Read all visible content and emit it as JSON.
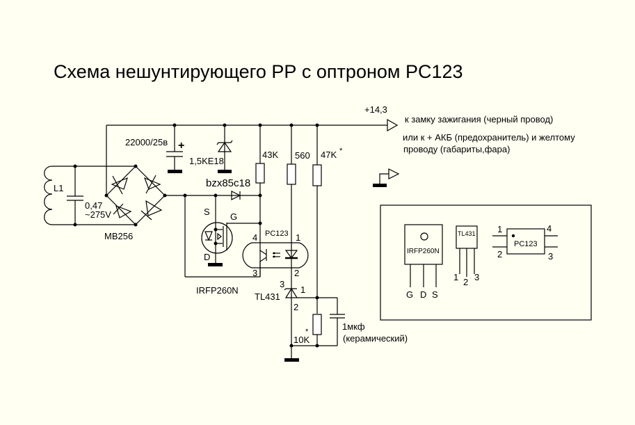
{
  "title": "Схема нешунтирующего РР с оптроном PC123",
  "supply": {
    "voltage_label": "+14,3",
    "note_line1": "к замку  зажигания  (черный провод)",
    "note_line2": "или к + АКБ (предохранитель) и желтому",
    "note_line3": "проводу (габариты,фара)"
  },
  "components": {
    "inductor": "L1",
    "cap_input_value": "0,47",
    "cap_input_voltage": "~275V",
    "bridge": "MB256",
    "cap_main": "22000/25в",
    "cap_main_polarity": "+",
    "tvs": "1,5KE18",
    "zener": "bzx85c18",
    "r1": "43K",
    "r2": "560",
    "r3": "47K",
    "r3_mark": "*",
    "mosfet": "IRFP260N",
    "mosfet_s": "S",
    "mosfet_g": "G",
    "mosfet_d": "D",
    "opto": "PC123",
    "opto_pin1": "1",
    "opto_pin2": "2",
    "opto_pin3": "3",
    "opto_pin4": "4",
    "shunt": "TL431",
    "shunt_pin1": "1",
    "shunt_pin2": "2",
    "shunt_pin3": "3",
    "r4": "10K",
    "r4_mark": "*",
    "cap_filter": "1мкф",
    "cap_filter_note": "(керамический)"
  },
  "pinout": {
    "mosfet_label": "IRFP260N",
    "mosfet_pins": [
      "G",
      "D",
      "S"
    ],
    "tl431_label": "TL431",
    "tl431_pins": [
      "1",
      "2",
      "3"
    ],
    "pc123_label": "PC123",
    "pc123_pins": [
      "1",
      "2",
      "3",
      "4"
    ]
  }
}
